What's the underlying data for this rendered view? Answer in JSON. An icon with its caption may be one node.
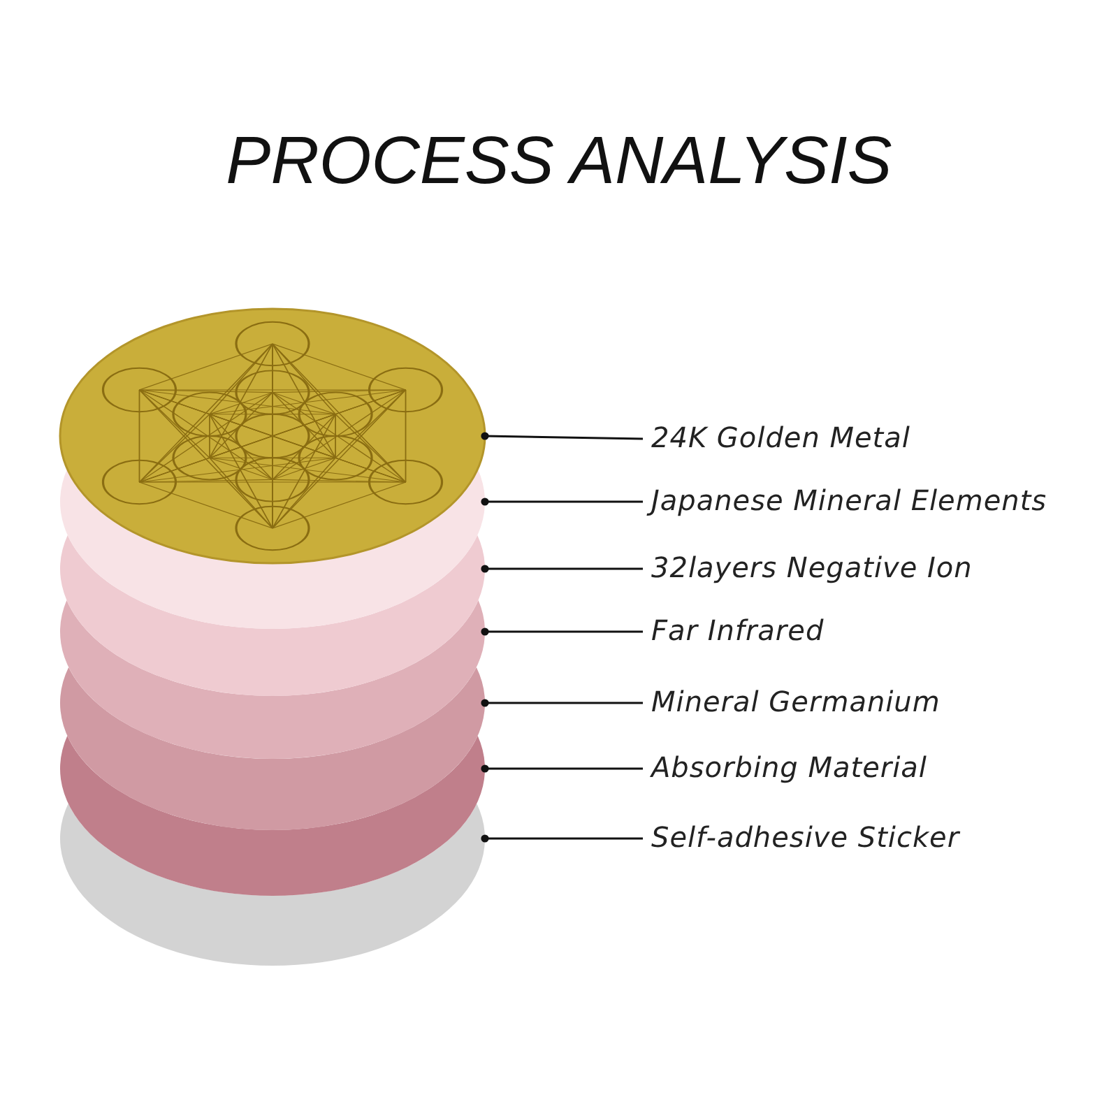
{
  "diagram": {
    "title": "PROCESS ANALYSIS",
    "nodes": [
      {
        "text": [],
        "shape": "picture"
      },
      {
        "text": [],
        "shape": "circle"
      },
      {
        "text": [],
        "shape": "circle"
      },
      {
        "text": [],
        "shape": "circle"
      },
      {
        "text": [],
        "shape": "circle"
      },
      {
        "text": [],
        "shape": "circle"
      },
      {
        "text": [],
        "shape": "circle"
      },
      {
        "text": [
          "24K Golden Metal"
        ]
      },
      {
        "text": [
          "Japanese Mineral Elements"
        ]
      },
      {
        "text": [
          "32layers Negative Ion"
        ]
      },
      {
        "text": [
          "Far Infrared"
        ]
      },
      {
        "text": [
          "Mineral Germanium"
        ]
      },
      {
        "text": [
          "Absorbing Material"
        ]
      },
      {
        "text": [
          "Self-adhesive Sticker"
        ]
      }
    ],
    "edges": [
      {
        "from": 7,
        "to": 0,
        "arrow": "other"
      },
      {
        "from": 8,
        "to": 1,
        "arrow": "other"
      },
      {
        "from": 9,
        "to": 2,
        "arrow": "other"
      },
      {
        "from": 10,
        "to": 3,
        "arrow": "other"
      },
      {
        "from": 11,
        "to": 4,
        "arrow": "other"
      },
      {
        "from": 12,
        "to": 5,
        "arrow": "other"
      },
      {
        "from": 13,
        "to": 6,
        "arrow": "other"
      }
    ]
  }
}
